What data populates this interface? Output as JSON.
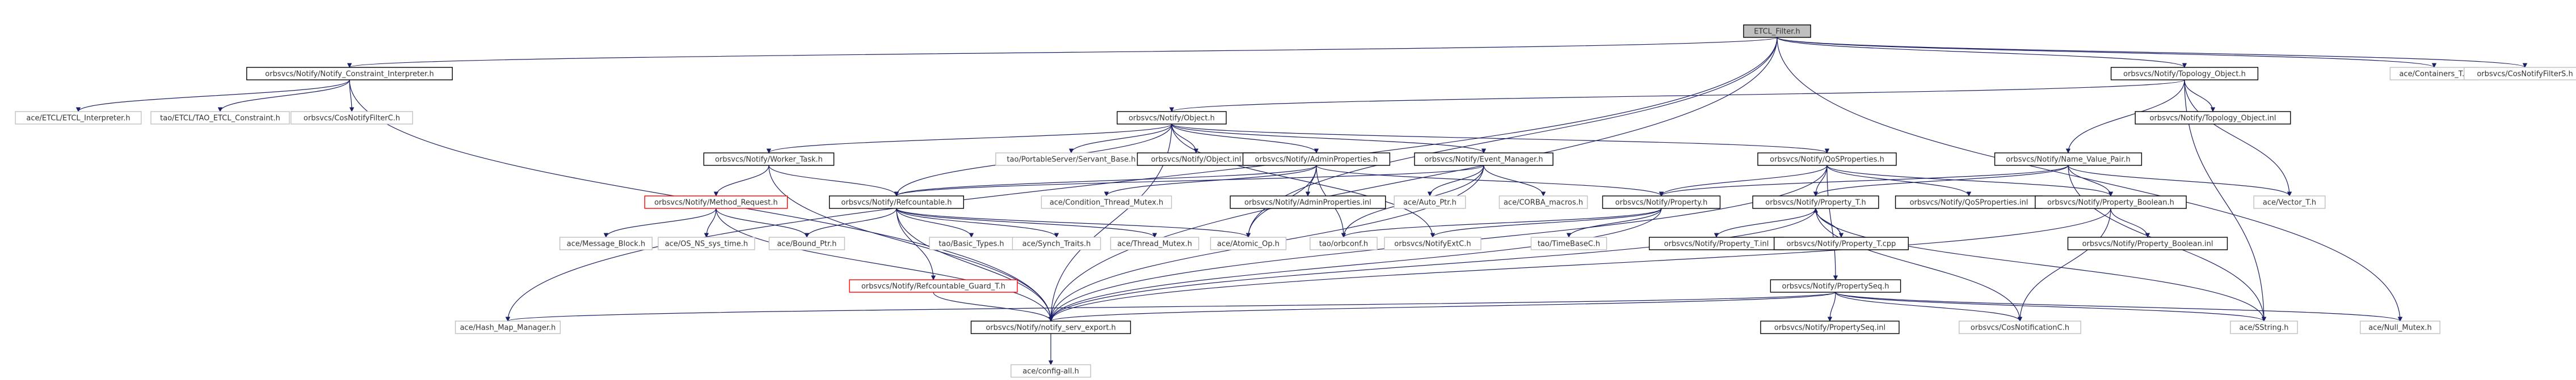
{
  "title": "ETCL_Filter.h include dependency graph",
  "colors": {
    "root_fill": "#bfbfbf",
    "box_stroke": "#000000",
    "gray_stroke": "#c0c0c0",
    "red_stroke": "#ff0000",
    "edge": "#1a1f66",
    "text": "#333333"
  },
  "nodes": [
    {
      "id": "n_root",
      "label": "ETCL_Filter.h",
      "style": "root"
    },
    {
      "id": "n_constraint_interp",
      "label": "orbsvcs/Notify/Notify_Constraint_Interpreter.h",
      "style": "box"
    },
    {
      "id": "n_topology_object",
      "label": "orbsvcs/Notify/Topology_Object.h",
      "style": "box"
    },
    {
      "id": "n_containers_t",
      "label": "ace/Containers_T.h",
      "style": "gray"
    },
    {
      "id": "n_cosnotifyfilters",
      "label": "orbsvcs/CosNotifyFilterS.h",
      "style": "gray"
    },
    {
      "id": "n_etcl_interpreter",
      "label": "ace/ETCL/ETCL_Interpreter.h",
      "style": "gray"
    },
    {
      "id": "n_etcl_tao_constraint",
      "label": "tao/ETCL/TAO_ETCL_Constraint.h",
      "style": "gray"
    },
    {
      "id": "n_cosnotifyfilterc",
      "label": "orbsvcs/CosNotifyFilterC.h",
      "style": "gray"
    },
    {
      "id": "n_object",
      "label": "orbsvcs/Notify/Object.h",
      "style": "box"
    },
    {
      "id": "n_topology_object_inl",
      "label": "orbsvcs/Notify/Topology_Object.inl",
      "style": "box"
    },
    {
      "id": "n_worker_task",
      "label": "orbsvcs/Notify/Worker_Task.h",
      "style": "box"
    },
    {
      "id": "n_servant_base",
      "label": "tao/PortableServer/Servant_Base.h",
      "style": "gray"
    },
    {
      "id": "n_object_inl",
      "label": "orbsvcs/Notify/Object.inl",
      "style": "box"
    },
    {
      "id": "n_admin_properties",
      "label": "orbsvcs/Notify/AdminProperties.h",
      "style": "box"
    },
    {
      "id": "n_event_manager",
      "label": "orbsvcs/Notify/Event_Manager.h",
      "style": "box"
    },
    {
      "id": "n_qos_properties",
      "label": "orbsvcs/Notify/QoSProperties.h",
      "style": "box"
    },
    {
      "id": "n_name_value_pair",
      "label": "orbsvcs/Notify/Name_Value_Pair.h",
      "style": "box"
    },
    {
      "id": "n_method_request",
      "label": "orbsvcs/Notify/Method_Request.h",
      "style": "red"
    },
    {
      "id": "n_refcountable",
      "label": "orbsvcs/Notify/Refcountable.h",
      "style": "box"
    },
    {
      "id": "n_condition_thread_mutex",
      "label": "ace/Condition_Thread_Mutex.h",
      "style": "gray"
    },
    {
      "id": "n_admin_properties_inl",
      "label": "orbsvcs/Notify/AdminProperties.inl",
      "style": "box"
    },
    {
      "id": "n_auto_ptr",
      "label": "ace/Auto_Ptr.h",
      "style": "gray"
    },
    {
      "id": "n_corba_macros",
      "label": "ace/CORBA_macros.h",
      "style": "gray"
    },
    {
      "id": "n_property",
      "label": "orbsvcs/Notify/Property.h",
      "style": "box"
    },
    {
      "id": "n_property_t",
      "label": "orbsvcs/Notify/Property_T.h",
      "style": "box"
    },
    {
      "id": "n_qos_properties_inl",
      "label": "orbsvcs/Notify/QoSProperties.inl",
      "style": "box"
    },
    {
      "id": "n_property_boolean",
      "label": "orbsvcs/Notify/Property_Boolean.h",
      "style": "box"
    },
    {
      "id": "n_vector_t",
      "label": "ace/Vector_T.h",
      "style": "gray"
    },
    {
      "id": "n_message_block",
      "label": "ace/Message_Block.h",
      "style": "gray"
    },
    {
      "id": "n_os_ns_sys_time",
      "label": "ace/OS_NS_sys_time.h",
      "style": "gray"
    },
    {
      "id": "n_bound_ptr",
      "label": "ace/Bound_Ptr.h",
      "style": "gray"
    },
    {
      "id": "n_basic_types",
      "label": "tao/Basic_Types.h",
      "style": "gray"
    },
    {
      "id": "n_synch_traits",
      "label": "ace/Synch_Traits.h",
      "style": "gray"
    },
    {
      "id": "n_thread_mutex",
      "label": "ace/Thread_Mutex.h",
      "style": "gray"
    },
    {
      "id": "n_atomic_op",
      "label": "ace/Atomic_Op.h",
      "style": "gray"
    },
    {
      "id": "n_orbconf",
      "label": "tao/orbconf.h",
      "style": "gray"
    },
    {
      "id": "n_notify_ext_c",
      "label": "orbsvcs/NotifyExtC.h",
      "style": "gray"
    },
    {
      "id": "n_time_base_c",
      "label": "tao/TimeBaseC.h",
      "style": "gray"
    },
    {
      "id": "n_property_t_inl",
      "label": "orbsvcs/Notify/Property_T.inl",
      "style": "box"
    },
    {
      "id": "n_property_t_cpp",
      "label": "orbsvcs/Notify/Property_T.cpp",
      "style": "box"
    },
    {
      "id": "n_property_boolean_inl",
      "label": "orbsvcs/Notify/Property_Boolean.inl",
      "style": "box"
    },
    {
      "id": "n_refcountable_guard",
      "label": "orbsvcs/Notify/Refcountable_Guard_T.h",
      "style": "red"
    },
    {
      "id": "n_property_seq",
      "label": "orbsvcs/Notify/PropertySeq.h",
      "style": "box"
    },
    {
      "id": "n_hash_map_manager",
      "label": "ace/Hash_Map_Manager.h",
      "style": "gray"
    },
    {
      "id": "n_notify_serv_export",
      "label": "orbsvcs/Notify/notify_serv_export.h",
      "style": "box"
    },
    {
      "id": "n_property_seq_inl",
      "label": "orbsvcs/Notify/PropertySeq.inl",
      "style": "box"
    },
    {
      "id": "n_cos_notification_c",
      "label": "orbsvcs/CosNotificationC.h",
      "style": "gray"
    },
    {
      "id": "n_sstring",
      "label": "ace/SString.h",
      "style": "gray"
    },
    {
      "id": "n_null_mutex",
      "label": "ace/Null_Mutex.h",
      "style": "gray"
    },
    {
      "id": "n_config_all",
      "label": "ace/config-all.h",
      "style": "gray"
    }
  ]
}
